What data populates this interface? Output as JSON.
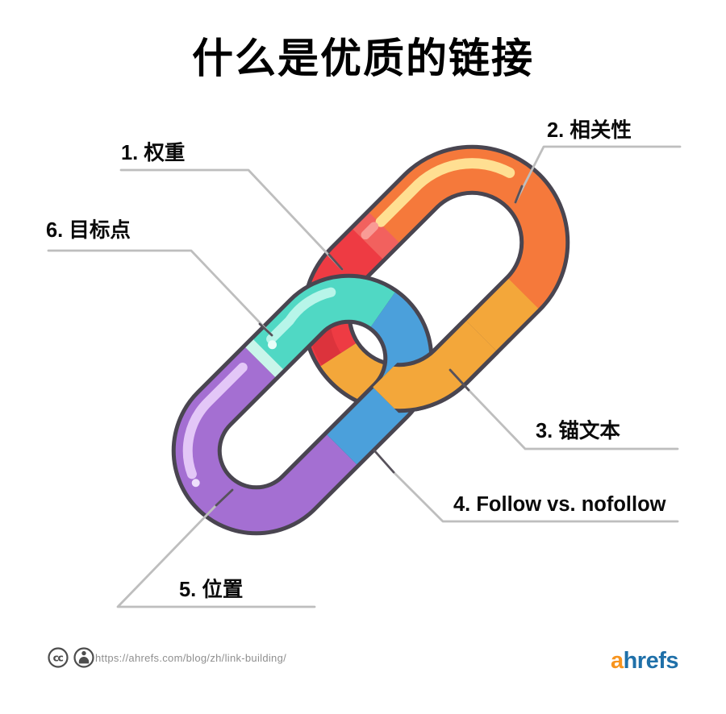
{
  "title": "什么是优质的链接",
  "labels": {
    "l1": "1. 权重",
    "l2": "2. 相关性",
    "l3": "3. 锚文本",
    "l4": "4. Follow vs. nofollow",
    "l5": "5. 位置",
    "l6": "6. 目标点"
  },
  "chain": {
    "colors": {
      "outline": "#494550",
      "red": "#EE3B43",
      "red_light": "#F2615E",
      "red_dark": "#DC333C",
      "red_gloss": "#F99B95",
      "orange": "#F5793B",
      "orange_gloss": "#FFDF92",
      "yellow": "#F3A73A",
      "teal": "#50D8C4",
      "teal_pale": "#C9F5EA",
      "teal_gloss": "#B7F5E9",
      "teal_dot": "#E9FEF9",
      "blue": "#4BA0DB",
      "purple": "#A46FD2",
      "purple_gloss": "#E3C7F7",
      "purple_dot": "#EFE0FC"
    }
  },
  "pointers": {
    "line_color": "#BEBEBE",
    "tick_color": "#57525B"
  },
  "footer": {
    "url": "https://ahrefs.com/blog/zh/link-building/",
    "logo": {
      "a": "a",
      "rest": "hrefs",
      "a_color": "#F7941E",
      "rest_color": "#1F70A9"
    }
  }
}
